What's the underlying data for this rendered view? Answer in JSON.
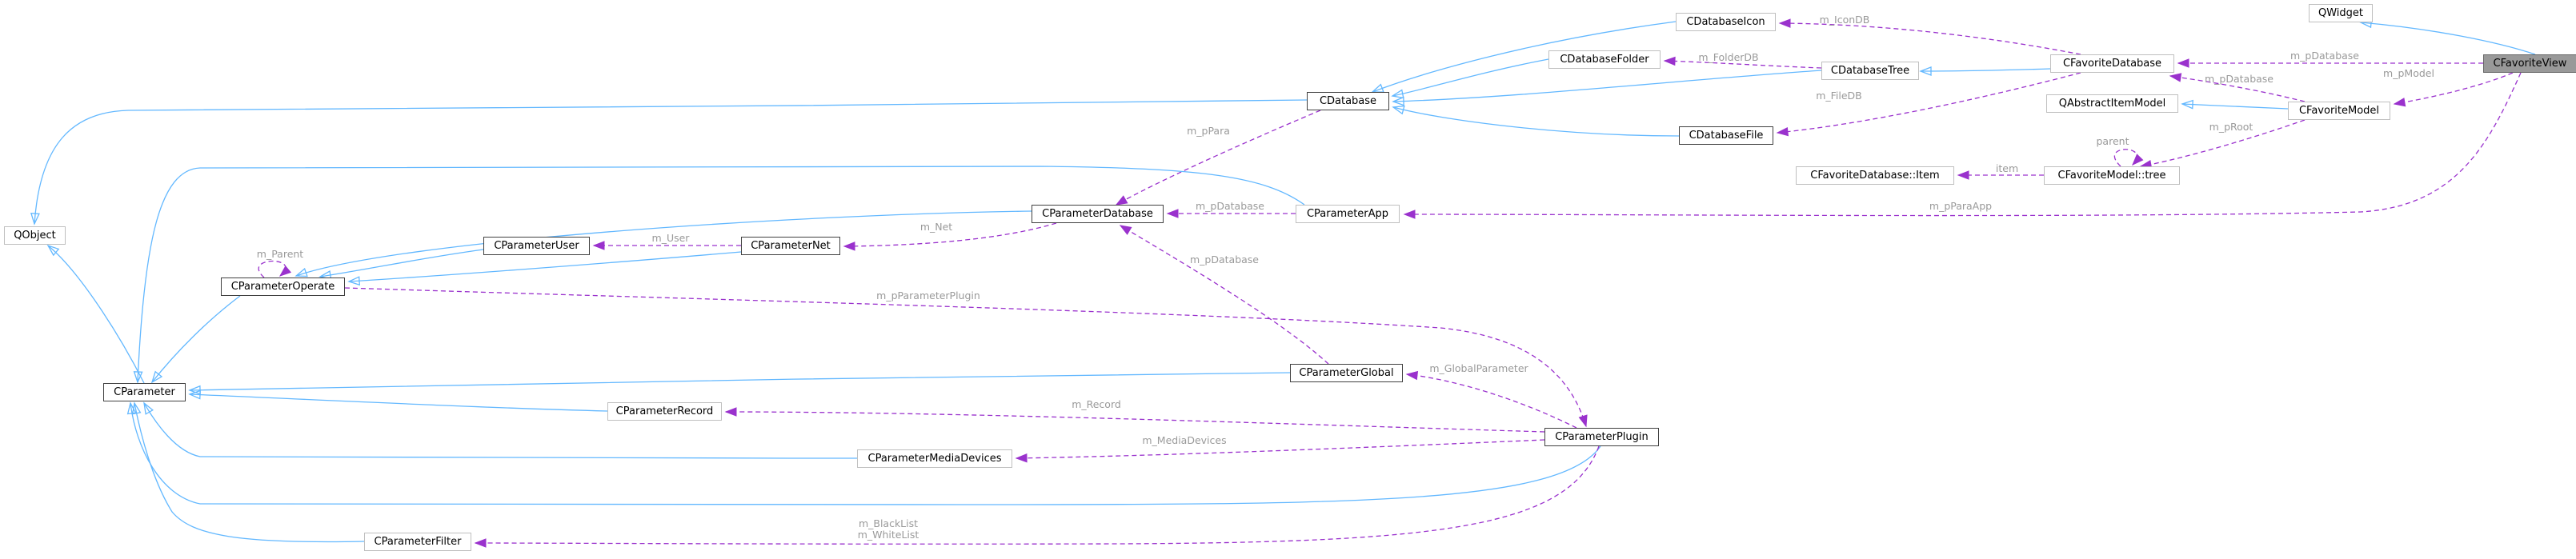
{
  "diagram": {
    "nodes": [
      {
        "id": "CFavoriteView",
        "label": "CFavoriteView",
        "style": "focus"
      },
      {
        "id": "QWidget",
        "label": "QWidget",
        "style": "plain"
      },
      {
        "id": "CFavoriteDatabase",
        "label": "CFavoriteDatabase",
        "style": "plain"
      },
      {
        "id": "CFavoriteModel",
        "label": "CFavoriteModel",
        "style": "plain"
      },
      {
        "id": "QAbstractItemModel",
        "label": "QAbstractItemModel",
        "style": "plain"
      },
      {
        "id": "CFavoriteModelTree",
        "label": "CFavoriteModel::tree",
        "style": "plain"
      },
      {
        "id": "CFavoriteDatabaseItem",
        "label": "CFavoriteDatabase::Item",
        "style": "plain"
      },
      {
        "id": "CDatabaseIcon",
        "label": "CDatabaseIcon",
        "style": "plain"
      },
      {
        "id": "CDatabaseFolder",
        "label": "CDatabaseFolder",
        "style": "plain"
      },
      {
        "id": "CDatabaseTree",
        "label": "CDatabaseTree",
        "style": "plain"
      },
      {
        "id": "CDatabaseFile",
        "label": "CDatabaseFile",
        "style": "doc"
      },
      {
        "id": "CDatabase",
        "label": "CDatabase",
        "style": "doc"
      },
      {
        "id": "QObject",
        "label": "QObject",
        "style": "plain"
      },
      {
        "id": "CParameterDatabase",
        "label": "CParameterDatabase",
        "style": "doc"
      },
      {
        "id": "CParameterApp",
        "label": "CParameterApp",
        "style": "plain"
      },
      {
        "id": "CParameterUser",
        "label": "CParameterUser",
        "style": "doc"
      },
      {
        "id": "CParameterNet",
        "label": "CParameterNet",
        "style": "doc"
      },
      {
        "id": "CParameterOperate",
        "label": "CParameterOperate",
        "style": "doc"
      },
      {
        "id": "CParameter",
        "label": "CParameter",
        "style": "doc"
      },
      {
        "id": "CParameterGlobal",
        "label": "CParameterGlobal",
        "style": "doc"
      },
      {
        "id": "CParameterRecord",
        "label": "CParameterRecord",
        "style": "plain"
      },
      {
        "id": "CParameterMediaDevices",
        "label": "CParameterMediaDevices",
        "style": "plain"
      },
      {
        "id": "CParameterPlugin",
        "label": "CParameterPlugin",
        "style": "doc"
      },
      {
        "id": "CParameterFilter",
        "label": "CParameterFilter",
        "style": "plain"
      }
    ],
    "edges": [
      {
        "id": "e1",
        "from": "CFavoriteView",
        "to": "QWidget",
        "kind": "inherit",
        "label": ""
      },
      {
        "id": "e2",
        "from": "CFavoriteView",
        "to": "CFavoriteDatabase",
        "kind": "member",
        "label": "m_pDatabase"
      },
      {
        "id": "e3",
        "from": "CFavoriteView",
        "to": "CFavoriteModel",
        "kind": "member",
        "label": "m_pModel"
      },
      {
        "id": "e4",
        "from": "CFavoriteView",
        "to": "CParameterApp",
        "kind": "member",
        "label": "m_pParaApp"
      },
      {
        "id": "e5",
        "from": "CFavoriteDatabase",
        "to": "CDatabaseTree",
        "kind": "inherit",
        "label": ""
      },
      {
        "id": "e6",
        "from": "CFavoriteDatabase",
        "to": "CDatabaseIcon",
        "kind": "member",
        "label": "m_IconDB"
      },
      {
        "id": "e7",
        "from": "CFavoriteDatabase",
        "to": "CDatabaseFile",
        "kind": "member",
        "label": "m_FileDB"
      },
      {
        "id": "e8",
        "from": "CFavoriteModel",
        "to": "QAbstractItemModel",
        "kind": "inherit",
        "label": ""
      },
      {
        "id": "e9",
        "from": "CFavoriteModel",
        "to": "CFavoriteDatabase",
        "kind": "member",
        "label": "m_pDatabase"
      },
      {
        "id": "e10",
        "from": "CFavoriteModel",
        "to": "CFavoriteModelTree",
        "kind": "member",
        "label": "m_pRoot"
      },
      {
        "id": "e11",
        "from": "CFavoriteModelTree",
        "to": "CFavoriteModelTree",
        "kind": "member",
        "label": "parent"
      },
      {
        "id": "e12",
        "from": "CFavoriteModelTree",
        "to": "CFavoriteDatabaseItem",
        "kind": "member",
        "label": "item"
      },
      {
        "id": "e13",
        "from": "CDatabaseIcon",
        "to": "CDatabase",
        "kind": "inherit",
        "label": ""
      },
      {
        "id": "e14",
        "from": "CDatabaseFolder",
        "to": "CDatabase",
        "kind": "inherit",
        "label": ""
      },
      {
        "id": "e15",
        "from": "CDatabaseTree",
        "to": "CDatabase",
        "kind": "inherit",
        "label": ""
      },
      {
        "id": "e16",
        "from": "CDatabaseTree",
        "to": "CDatabaseFolder",
        "kind": "member",
        "label": "m_FolderDB"
      },
      {
        "id": "e17",
        "from": "CDatabaseFile",
        "to": "CDatabase",
        "kind": "inherit",
        "label": ""
      },
      {
        "id": "e18",
        "from": "CDatabase",
        "to": "QObject",
        "kind": "inherit",
        "label": ""
      },
      {
        "id": "e19",
        "from": "CDatabase",
        "to": "CParameterDatabase",
        "kind": "member",
        "label": "m_pPara"
      },
      {
        "id": "e20",
        "from": "CParameterApp",
        "to": "CParameter",
        "kind": "inherit",
        "label": ""
      },
      {
        "id": "e21",
        "from": "CParameterApp",
        "to": "CParameterDatabase",
        "kind": "member",
        "label": "m_pDatabase"
      },
      {
        "id": "e22",
        "from": "CParameterDatabase",
        "to": "CParameterOperate",
        "kind": "inherit",
        "label": ""
      },
      {
        "id": "e23",
        "from": "CParameterDatabase",
        "to": "CParameterNet",
        "kind": "member",
        "label": "m_Net"
      },
      {
        "id": "e24",
        "from": "CParameterNet",
        "to": "CParameterOperate",
        "kind": "inherit",
        "label": ""
      },
      {
        "id": "e25",
        "from": "CParameterNet",
        "to": "CParameterUser",
        "kind": "member",
        "label": "m_User"
      },
      {
        "id": "e26",
        "from": "CParameterUser",
        "to": "CParameterOperate",
        "kind": "inherit",
        "label": ""
      },
      {
        "id": "e27",
        "from": "CParameterOperate",
        "to": "CParameterOperate",
        "kind": "member",
        "label": "m_Parent"
      },
      {
        "id": "e28",
        "from": "CParameterOperate",
        "to": "CParameter",
        "kind": "inherit",
        "label": ""
      },
      {
        "id": "e29",
        "from": "CParameterOperate",
        "to": "CParameterPlugin",
        "kind": "member",
        "label": "m_pParameterPlugin"
      },
      {
        "id": "e30",
        "from": "CParameter",
        "to": "QObject",
        "kind": "inherit",
        "label": ""
      },
      {
        "id": "e31",
        "from": "CParameterGlobal",
        "to": "CParameter",
        "kind": "inherit",
        "label": ""
      },
      {
        "id": "e32",
        "from": "CParameterGlobal",
        "to": "CParameterDatabase",
        "kind": "member",
        "label": "m_pDatabase"
      },
      {
        "id": "e33",
        "from": "CParameterPlugin",
        "to": "CParameterGlobal",
        "kind": "member",
        "label": "m_GlobalParameter"
      },
      {
        "id": "e34",
        "from": "CParameterPlugin",
        "to": "CParameterRecord",
        "kind": "member",
        "label": "m_Record"
      },
      {
        "id": "e35",
        "from": "CParameterPlugin",
        "to": "CParameterMediaDevices",
        "kind": "member",
        "label": "m_MediaDevices"
      },
      {
        "id": "e36",
        "from": "CParameterPlugin",
        "to": "CParameter",
        "kind": "inherit",
        "label": ""
      },
      {
        "id": "e37",
        "from": "CParameterPlugin",
        "to": "CParameterFilter",
        "kind": "member",
        "label": "m_BlackList\nm_WhiteList"
      },
      {
        "id": "e38",
        "from": "CParameterRecord",
        "to": "CParameter",
        "kind": "inherit",
        "label": ""
      },
      {
        "id": "e39",
        "from": "CParameterMediaDevices",
        "to": "CParameter",
        "kind": "inherit",
        "label": ""
      },
      {
        "id": "e40",
        "from": "CParameterFilter",
        "to": "CParameter",
        "kind": "inherit",
        "label": ""
      }
    ]
  },
  "colors": {
    "inherit": "#63b8ff",
    "member": "#9a32cd",
    "label": "#9a9a9a",
    "focus_fill": "#999999",
    "border_plain": "#bfbfbf",
    "border_doc": "#404040"
  }
}
